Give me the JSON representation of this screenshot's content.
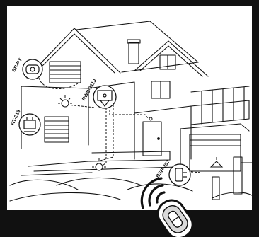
{
  "devices": [
    {
      "code": "SR-PT"
    },
    {
      "code": "RWS-311J"
    },
    {
      "code": "RT-219"
    },
    {
      "code": "BSR-207"
    }
  ],
  "colors": {
    "ink": "#111111",
    "paper": "#ffffff",
    "frame": "#111111"
  }
}
